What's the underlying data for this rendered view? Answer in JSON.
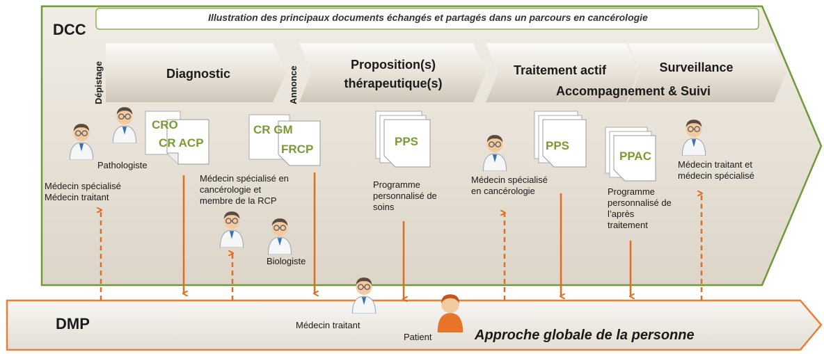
{
  "title": "Illustration des principaux documents échangés et partagés dans un parcours en cancérologie",
  "dcc_label": "DCC",
  "dmp_label": "DMP",
  "motto": "Approche globale de la personne",
  "phases": {
    "depistage": "Dépistage",
    "diagnostic": "Diagnostic",
    "annonce": "Annonce",
    "proposition_line1": "Proposition(s)",
    "proposition_line2": "thérapeutique(s)",
    "traitement": "Traitement actif",
    "surveillance": "Surveillance",
    "accompagnement": "Accompagnement & Suivi"
  },
  "documents": {
    "cro": "CRO",
    "cr_acp": "CR ACP",
    "cr_gm": "CR GM",
    "frcp": "FRCP",
    "pps1": "PPS",
    "pps2": "PPS",
    "ppac": "PPAC"
  },
  "actors": {
    "pathologiste": "Pathologiste",
    "medecin_spe_1": "Médecin spécialisé",
    "medecin_traitant_1": "Médecin traitant",
    "rcp_line1": "Médecin spécialisé en",
    "rcp_line2": "cancérologie et",
    "rcp_line3": "membre de la RCP",
    "biologiste": "Biologiste",
    "pps_desc_line1": "Programme",
    "pps_desc_line2": "personnalisé de",
    "pps_desc_line3": "soins",
    "spe_canc_line1": "Médecin spécialisé",
    "spe_canc_line2": "en cancérologie",
    "ppac_desc_line1": "Programme",
    "ppac_desc_line2": "personnalisé de",
    "ppac_desc_line3": "l’après",
    "ppac_desc_line4": "traitement",
    "mt_spe_line1": "Médecin traitant  et",
    "mt_spe_line2": "médecin spécialisé",
    "medecin_traitant_dmp": "Médecin traitant",
    "patient": "Patient"
  },
  "colors": {
    "dcc_border": "#6f9a3a",
    "arrow": "#e46c1f",
    "doc_text": "#7a9c2e",
    "dmp_border": "#e8803a"
  },
  "icons": [
    "doctor-icon",
    "patient-icon",
    "document-icon",
    "chevron-arrow"
  ]
}
